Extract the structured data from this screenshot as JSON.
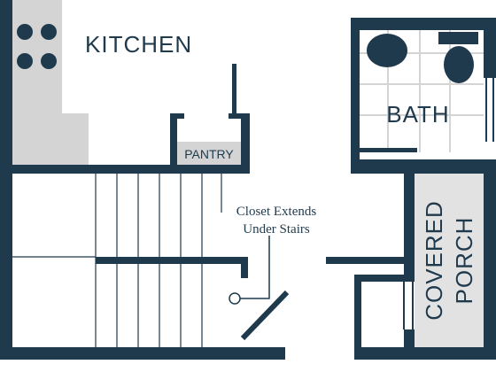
{
  "plan": {
    "colors": {
      "wall": "#1f3a4d",
      "counter": "#d4d4d4",
      "tile_line": "#d4d4d4",
      "text": "#1f3a4d",
      "floor": "#ffffff"
    },
    "rooms": {
      "kitchen": "KITCHEN",
      "pantry": "PANTRY",
      "bath": "BATH",
      "porch_line1": "COVERED",
      "porch_line2": "PORCH"
    },
    "annotation": {
      "line1": "Closet Extends",
      "line2": "Under Stairs"
    },
    "fixtures": [
      "stove-burners",
      "toilet",
      "bathroom-sink",
      "bathtub",
      "staircase",
      "closet-door",
      "door-knob"
    ]
  }
}
